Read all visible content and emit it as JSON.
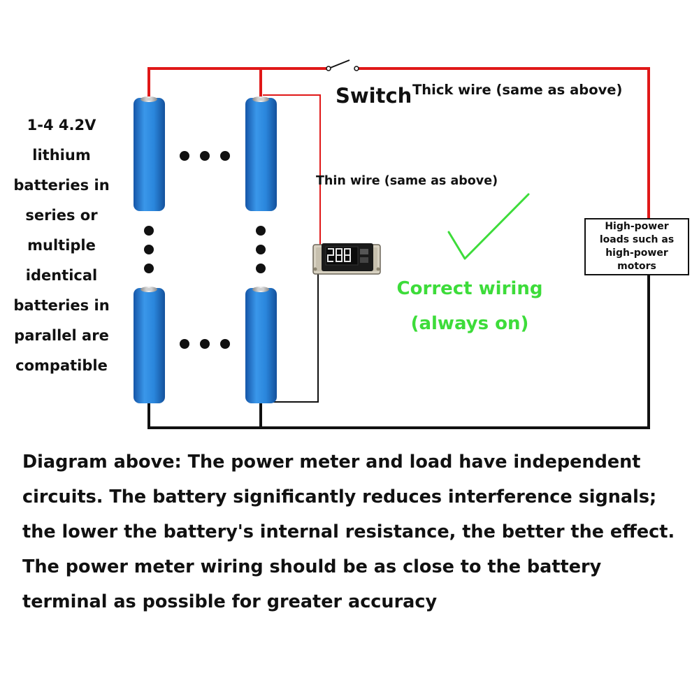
{
  "labels": {
    "battery_note": "1-4 4.2V lithium batteries in series or multiple identical batteries in parallel are compatible",
    "switch": "Switch",
    "thick_wire": "Thick wire (same as above)",
    "thin_wire": "Thin wire (same as above)",
    "correct_wiring_line1": "Correct wiring",
    "correct_wiring_line2": "(always on)",
    "load": "High-power loads such as high-power motors"
  },
  "caption": "Diagram above: The power meter and load have independent circuits. The battery significantly reduces interference signals; the lower the battery's internal resistance, the better the effect. The power meter wiring should be as close to the battery terminal as possible for greater accuracy",
  "colors": {
    "positive_wire": "#e01818",
    "negative_wire": "#111111",
    "battery": "#1f78d1",
    "correct": "#3ddc3a"
  },
  "icons": [
    "switch-icon",
    "battery-icon",
    "ellipsis-icon",
    "voltmeter-icon",
    "checkmark-icon"
  ]
}
